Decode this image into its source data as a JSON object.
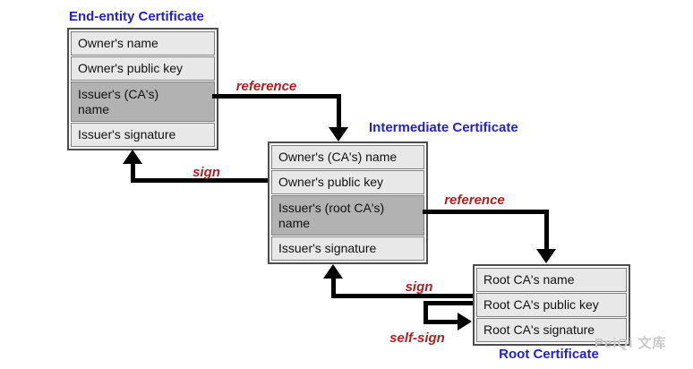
{
  "certs": [
    {
      "title": "End-entity Certificate",
      "rows": [
        {
          "text": "Owner's name"
        },
        {
          "text": "Owner's public key"
        },
        {
          "text": "Issuer's (CA's)\nname"
        },
        {
          "text": "Issuer's signature"
        }
      ]
    },
    {
      "title": "Intermediate Certificate",
      "rows": [
        {
          "text": "Owner's (CA's) name"
        },
        {
          "text": "Owner's public key"
        },
        {
          "text": "Issuer's (root CA's)\nname"
        },
        {
          "text": "Issuer's signature"
        }
      ]
    },
    {
      "title": "Root Certificate",
      "rows": [
        {
          "text": "Root CA's name"
        },
        {
          "text": "Root CA's public key"
        },
        {
          "text": "Root CA's signature"
        }
      ]
    }
  ],
  "arrows": [
    {
      "label": "reference"
    },
    {
      "label": "sign"
    },
    {
      "label": "reference"
    },
    {
      "label": "sign"
    },
    {
      "label": "self-sign"
    }
  ],
  "watermark": "PeiQi 文库",
  "colors": {
    "title_blue": "#2222cc",
    "arrow_label_red": "#aa2222",
    "cell_light": "#e8e8e8",
    "cell_dark": "#b2b2b2",
    "cell_border": "#808080",
    "box_border": "#4d4d4d",
    "arrow_black": "#000000",
    "watermark_gray": "#c9c9c9"
  }
}
